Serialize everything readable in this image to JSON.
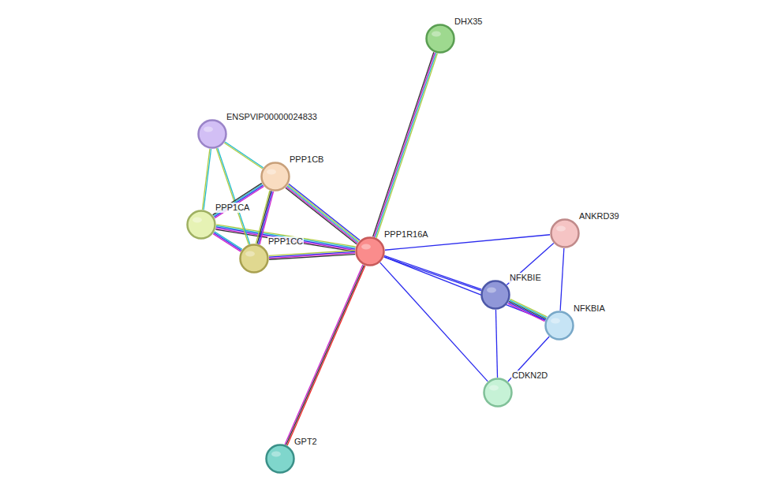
{
  "diagram": {
    "nodes": [
      {
        "text": [
          "DHX35"
        ]
      },
      {
        "text": [
          "ENSPVIP00000024833"
        ]
      },
      {
        "text": [
          "PPP1CB"
        ]
      },
      {
        "text": [
          "PPP1CA"
        ]
      },
      {
        "text": [
          "PPP1CC"
        ]
      },
      {
        "text": [
          "PPP1R16A"
        ]
      },
      {
        "text": [
          "ANKRD39"
        ]
      },
      {
        "text": [
          "NFKBIE"
        ]
      },
      {
        "text": [
          "NFKBIA"
        ]
      },
      {
        "text": [
          "CDKN2D"
        ]
      },
      {
        "text": [
          "GPT2"
        ]
      }
    ],
    "edges": [
      {
        "from": 5,
        "to": 0,
        "arrow": "none"
      },
      {
        "from": 5,
        "to": 2,
        "arrow": "none"
      },
      {
        "from": 5,
        "to": 3,
        "arrow": "none"
      },
      {
        "from": 5,
        "to": 4,
        "arrow": "none"
      },
      {
        "from": 5,
        "to": 10,
        "arrow": "none"
      },
      {
        "from": 5,
        "to": 6,
        "arrow": "none"
      },
      {
        "from": 5,
        "to": 7,
        "arrow": "none"
      },
      {
        "from": 5,
        "to": 8,
        "arrow": "none"
      },
      {
        "from": 5,
        "to": 9,
        "arrow": "none"
      },
      {
        "from": 1,
        "to": 2,
        "arrow": "none"
      },
      {
        "from": 1,
        "to": 3,
        "arrow": "none"
      },
      {
        "from": 1,
        "to": 4,
        "arrow": "none"
      },
      {
        "from": 2,
        "to": 3,
        "arrow": "none"
      },
      {
        "from": 2,
        "to": 4,
        "arrow": "none"
      },
      {
        "from": 3,
        "to": 4,
        "arrow": "none"
      },
      {
        "from": 7,
        "to": 8,
        "arrow": "none"
      },
      {
        "from": 7,
        "to": 6,
        "arrow": "none"
      },
      {
        "from": 7,
        "to": 9,
        "arrow": "none"
      },
      {
        "from": 6,
        "to": 8,
        "arrow": "none"
      },
      {
        "from": 8,
        "to": 9,
        "arrow": "none"
      }
    ]
  }
}
